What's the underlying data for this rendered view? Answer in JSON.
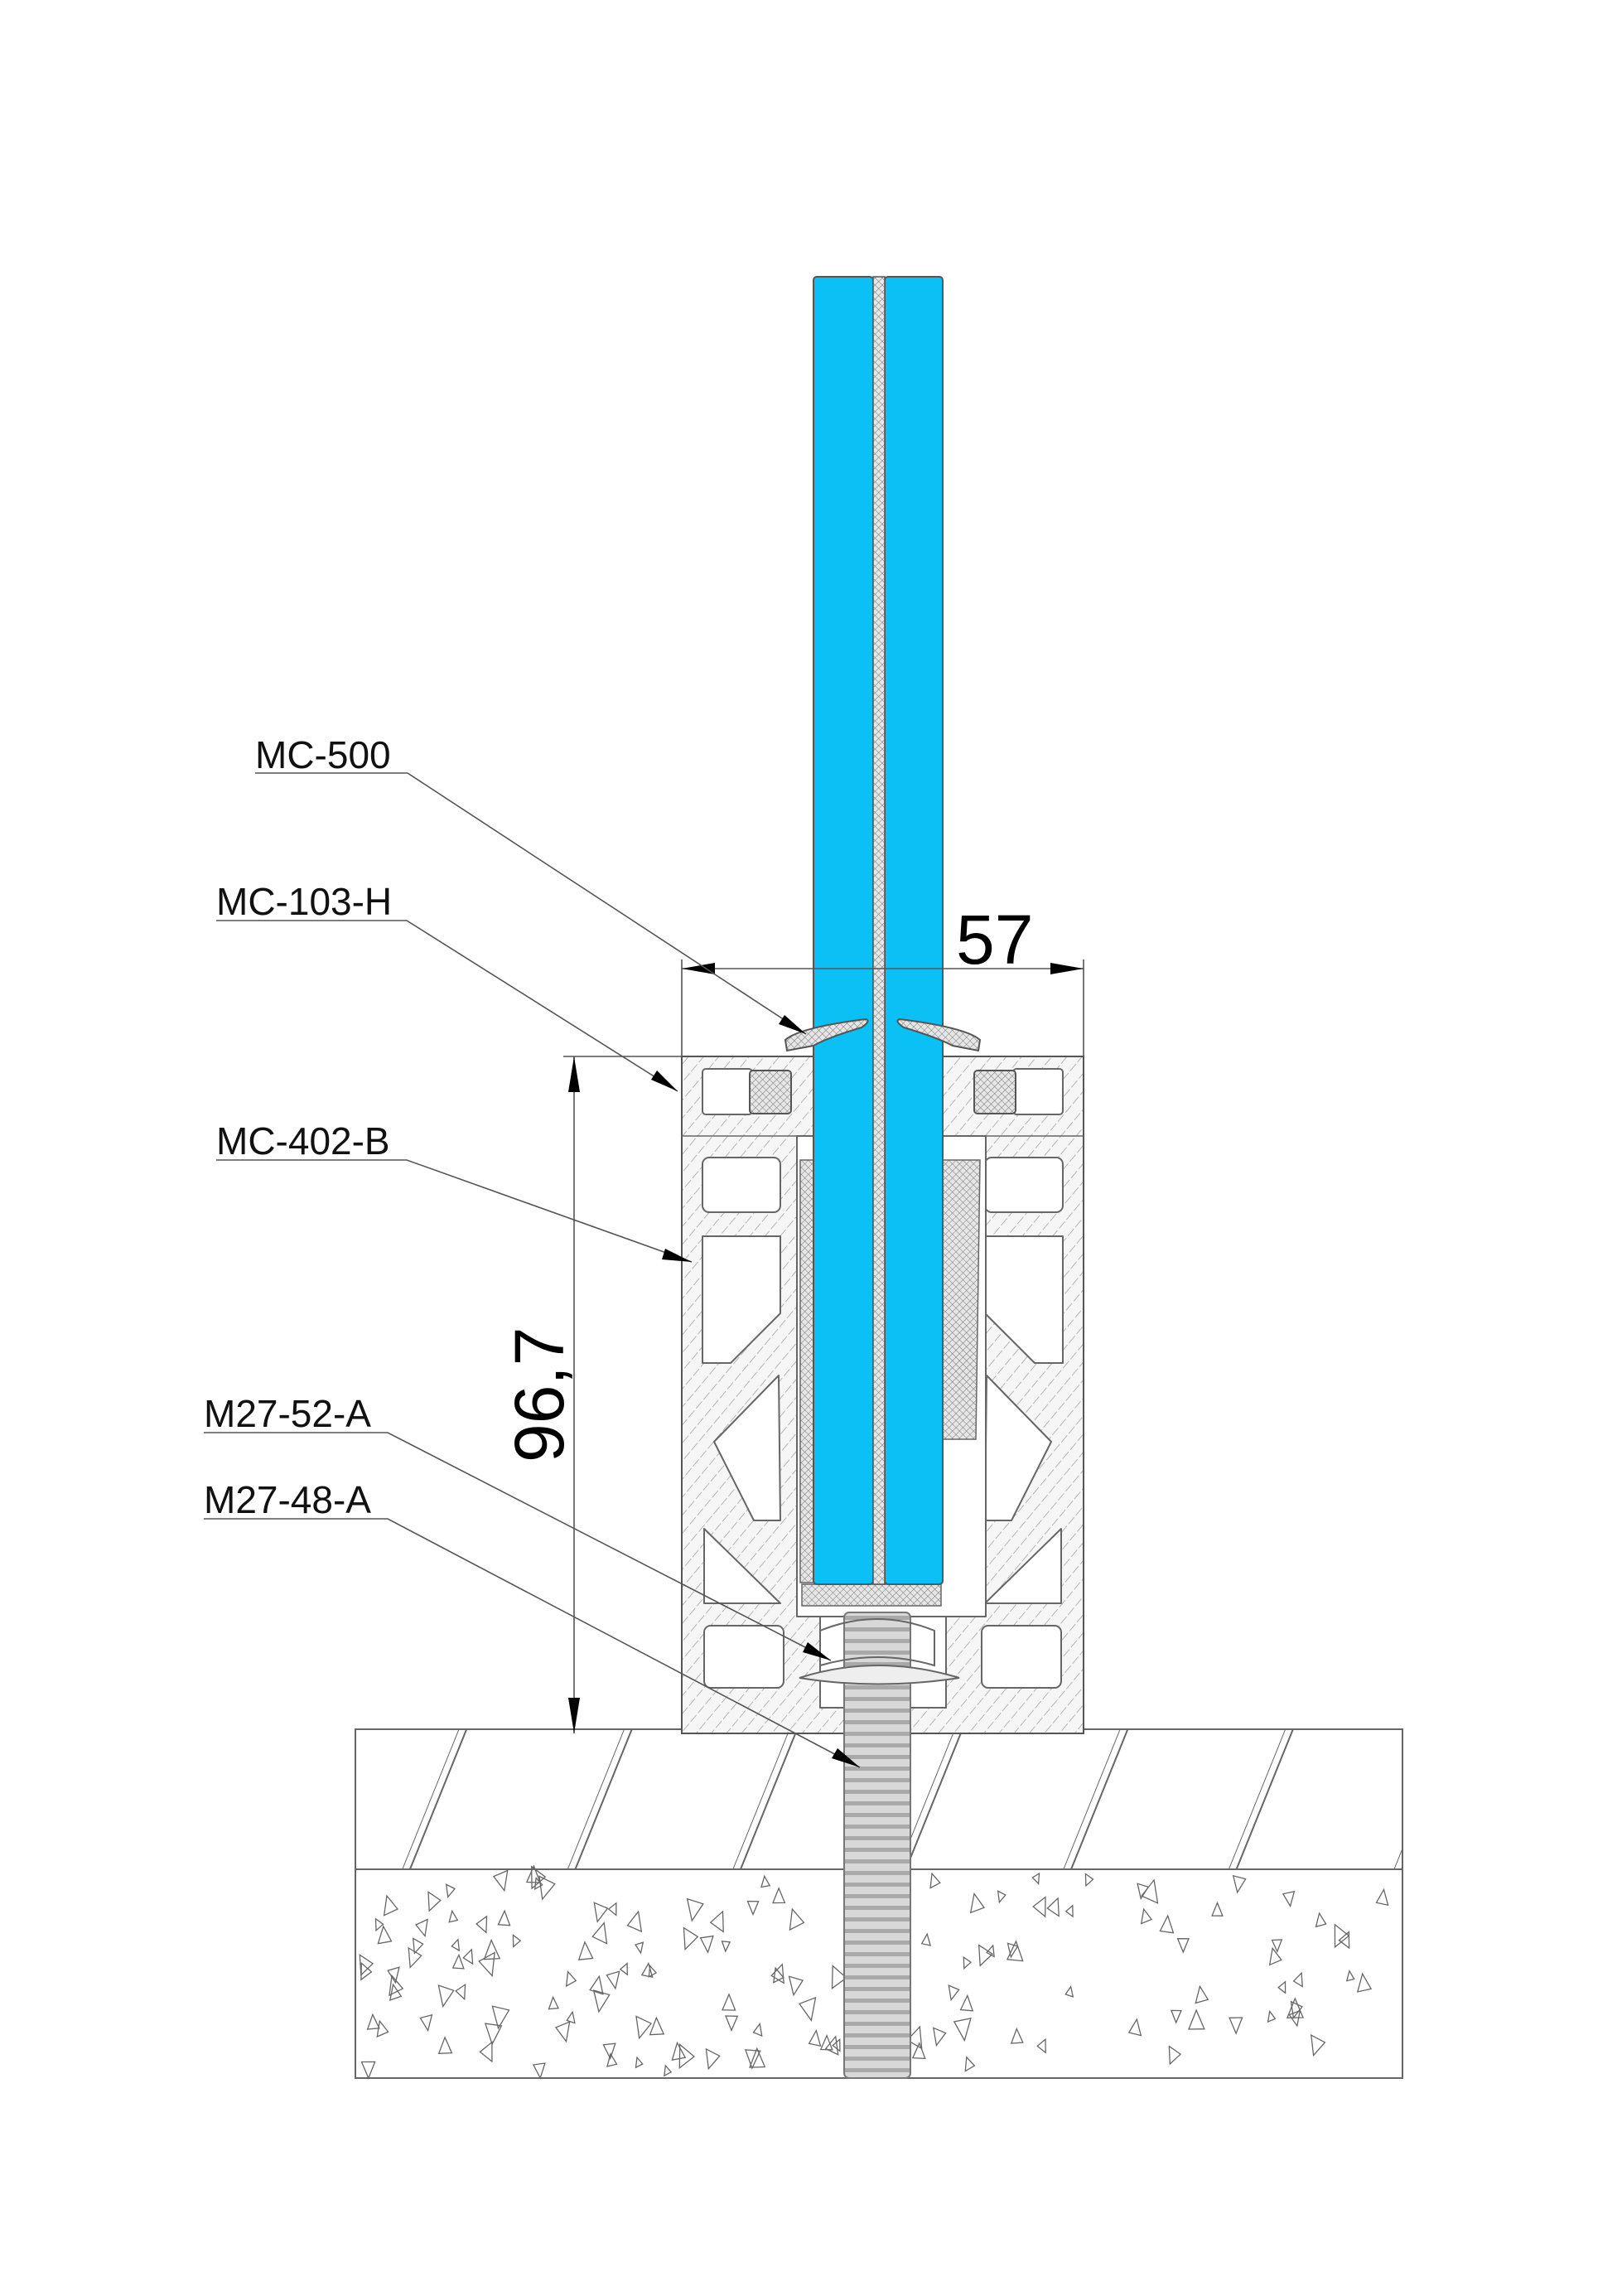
{
  "drawing": {
    "labels": [
      {
        "id": "mc-500",
        "text": "MC-500"
      },
      {
        "id": "mc-103-h",
        "text": "MC-103-H"
      },
      {
        "id": "mc-402-b",
        "text": "MC-402-B"
      },
      {
        "id": "m27-52-a",
        "text": "M27-52-A"
      },
      {
        "id": "m27-48-a",
        "text": "M27-48-A"
      }
    ],
    "dimensions": {
      "width": "57",
      "height": "96,7"
    },
    "colors": {
      "glass": "#0ac0f5",
      "profile_fill": "#f4f4f4",
      "line": "#555555"
    }
  }
}
